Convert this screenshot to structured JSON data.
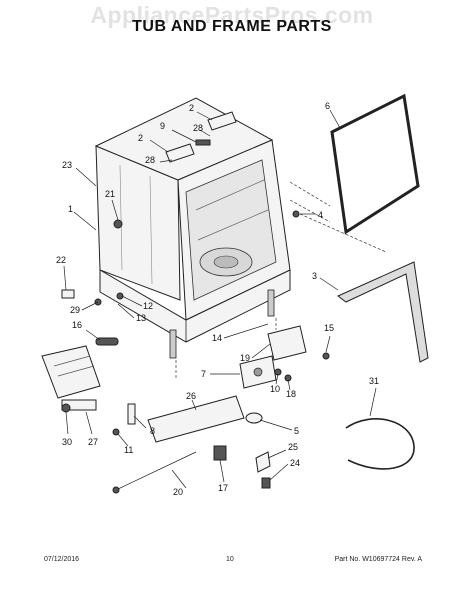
{
  "watermark": "AppliancePartsPros.com",
  "title": "TUB AND FRAME PARTS",
  "callouts": {
    "c1": "1",
    "c2a": "2",
    "c2b": "2",
    "c3": "3",
    "c4": "4",
    "c5": "5",
    "c6": "6",
    "c7": "7",
    "c8": "8",
    "c9": "9",
    "c10": "10",
    "c11": "11",
    "c12": "12",
    "c13": "13",
    "c14": "14",
    "c15": "15",
    "c16": "16",
    "c17": "17",
    "c18": "18",
    "c19": "19",
    "c20": "20",
    "c21": "21",
    "c22": "22",
    "c23": "23",
    "c24": "24",
    "c25": "25",
    "c26": "26",
    "c27": "27",
    "c28a": "28",
    "c28b": "28",
    "c29": "29",
    "c30": "30",
    "c31": "31"
  },
  "footer": {
    "date": "07/12/2016",
    "page": "10",
    "part": "Part No. W10697724  Rev. A"
  }
}
